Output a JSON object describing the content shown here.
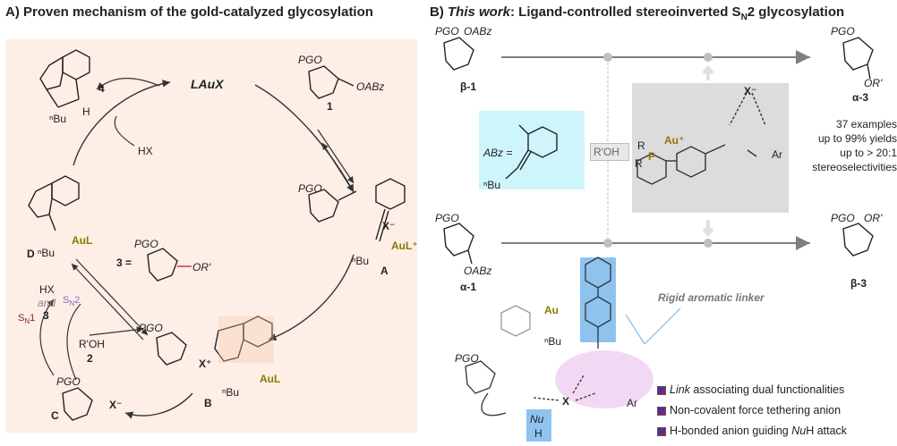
{
  "panel_a": {
    "title": "A) Proven mechanism of the gold-catalyzed glycosylation",
    "catalyst": "LAuX",
    "n1_sub": "PGO",
    "n1_leaving": "OABz",
    "n1_label": "1",
    "n4_label": "4",
    "n4_bu": "ⁿBu",
    "n4_h": "H",
    "hx_mid": "HX",
    "nA_sub": "PGO",
    "nA_x": "X⁻",
    "nA_aul": "AuL⁺",
    "nA_bu": "ⁿBu",
    "nA_label": "A",
    "nD_aul": "AuL",
    "nD_bu": "ⁿBu",
    "nD_label": "D",
    "n3_label": "3 =",
    "n3_sub": "PGO",
    "n3_or": "OR'",
    "side_hx": "HX",
    "side_and": "and",
    "side_3": "3",
    "sn1": "SN1",
    "sn2": "SN2",
    "roh": "R'OH",
    "roh_2": "2",
    "nC_sub": "PGO",
    "nC_label": "C",
    "nC_x": "X⁻",
    "nB_sub": "PGO",
    "nB_x": "X⁺",
    "nB_aul": "AuL",
    "nB_bu": "ⁿBu",
    "nB_label": "B"
  },
  "panel_b": {
    "title_prefix": "B)",
    "title_this_work": "This work",
    "title_rest": ": Ligand-controlled stereoinverted S",
    "title_sub": "N",
    "title_end": "2 glycosylation",
    "beta1_sub": "PGO",
    "beta1_lg": "OABz",
    "beta1_label": "β-1",
    "alpha3_sub": "PGO",
    "alpha3_or": "OR'",
    "alpha3_label": "α-3",
    "alpha1_sub": "PGO",
    "alpha1_lg": "OABz",
    "alpha1_label": "α-1",
    "beta3_sub": "PGO",
    "beta3_or": "OR'",
    "beta3_label": "β-3",
    "abz_label": "ABz =",
    "abz_bu": "ⁿBu",
    "roh": "R'OH",
    "cat_x": "X⁻",
    "cat_au": "Au⁺",
    "cat_r1": "R",
    "cat_r2": "R",
    "cat_p": "P",
    "cat_ar": "Ar",
    "stats": [
      "37 examples",
      "up to 99% yields",
      "up to > 20:1",
      "stereoselectivities"
    ],
    "linker_label": "Rigid aromatic linker",
    "ts_sub": "PGO",
    "ts_bu": "ⁿBu",
    "ts_au": "Au",
    "ts_x": "X",
    "ts_ar": "Ar",
    "ts_nu": "Nu",
    "ts_h": "H",
    "bullets": [
      {
        "em": "Link",
        "rest": " associating dual functionalities"
      },
      {
        "em": "",
        "rest": "Non-covalent force tethering anion"
      },
      {
        "em": "",
        "rest": "H-bonded anion guiding ",
        "em2": "Nu",
        "rest2": "H attack"
      }
    ]
  },
  "colors": {
    "panel_a_bg": "#fdeee6",
    "abz_box": "#cdf5fb",
    "catalyst_box": "#dcdcdc",
    "linker_box": "#8ec3f0",
    "urea_glow": "#f3d8f3",
    "gold": "#8a7a00",
    "arrow_gray": "#7f7f7f"
  }
}
